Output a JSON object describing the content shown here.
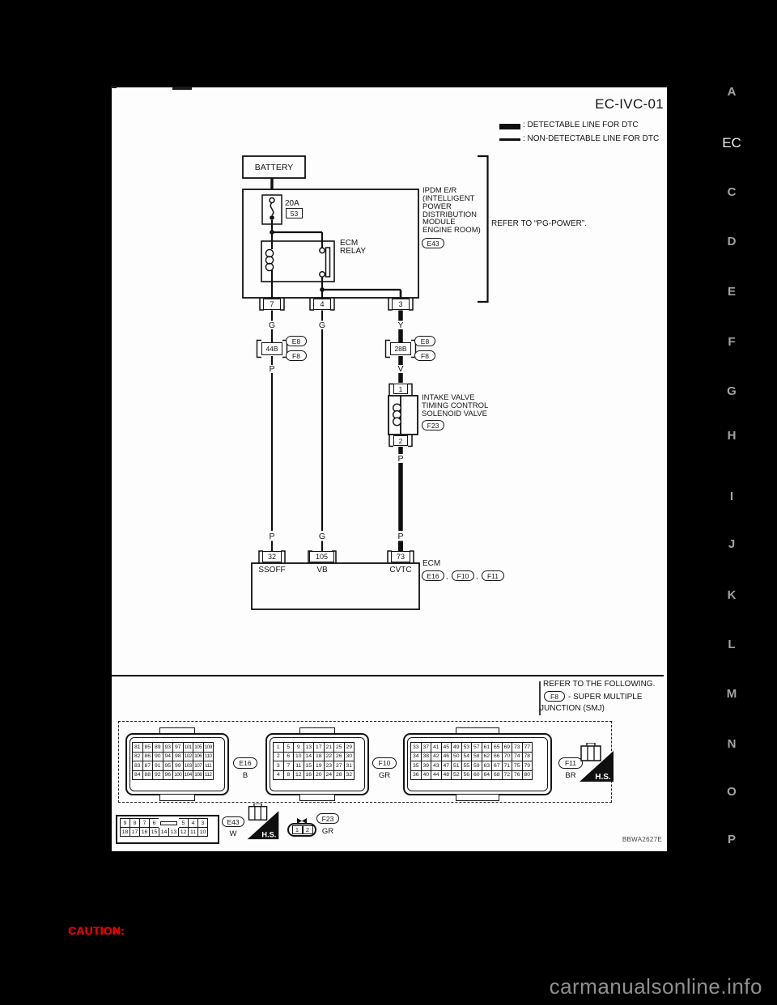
{
  "page": {
    "title": "EC-IVC-01",
    "diagram_code": "BBWA2627E",
    "caution": "CAUTION:",
    "watermark": "carmanualsonline.info",
    "hs_label": "H.S.",
    "comma": ","
  },
  "sidebar": {
    "letters": [
      "A",
      "EC",
      "C",
      "D",
      "E",
      "F",
      "G",
      "H",
      "I",
      "J",
      "K",
      "L",
      "M",
      "N",
      "O",
      "P"
    ]
  },
  "legend": {
    "detectable": ": DETECTABLE LINE FOR DTC",
    "non_detectable": ": NON-DETECTABLE LINE FOR DTC"
  },
  "battery": {
    "label": "BATTERY"
  },
  "fuse": {
    "rating": "20A",
    "number": "53"
  },
  "relay": {
    "line1": "ECM",
    "line2": "RELAY"
  },
  "ipdm": {
    "line1": "IPDM E/R",
    "line2": "(INTELLIGENT",
    "line3": "POWER",
    "line4": "DISTRIBUTION",
    "line5": "MODULE",
    "line6": "ENGINE ROOM)",
    "connector": "E43",
    "note": "REFER TO “PG-POWER”."
  },
  "pins": {
    "p7": "7",
    "p4": "4",
    "p3": "3"
  },
  "wire_labels": {
    "w1_top": "G",
    "w2_top": "G",
    "w3_top": "Y",
    "w1_mid": "P",
    "w3_mid": "V",
    "w3_sol": "P",
    "w1_bot": "P",
    "w2_bot": "G",
    "w3_bot": "P"
  },
  "joints": {
    "left_box": "44B",
    "right_box": "28B",
    "oval_top": "E8",
    "oval_bottom": "F8"
  },
  "solenoid": {
    "line1": "INTAKE VALVE",
    "line2": "TIMING CONTROL",
    "line3": "SOLENOID VALVE",
    "connector": "F23",
    "pin_top": "1",
    "pin_bottom": "2"
  },
  "ecm": {
    "label": "ECM",
    "t1_pin": "32",
    "t1_name": "SSOFF",
    "t2_pin": "105",
    "t2_name": "VB",
    "t3_pin": "73",
    "t3_name": "CVTC",
    "conn1": "E16",
    "conn2": "F10",
    "conn3": "F11"
  },
  "smj": {
    "line1": "REFER TO THE FOLLOWING.",
    "connector": "F8",
    "line2": "- SUPER MULTIPLE",
    "line3": "JUNCTION (SMJ)"
  },
  "harness": {
    "e16": {
      "id": "E16",
      "color": "B",
      "pins": [
        [
          "81",
          "85",
          "89",
          "93",
          "97",
          "101",
          "105",
          "109"
        ],
        [
          "82",
          "86",
          "90",
          "94",
          "98",
          "102",
          "106",
          "110"
        ],
        [
          "83",
          "87",
          "91",
          "95",
          "99",
          "103",
          "107",
          "111"
        ],
        [
          "84",
          "88",
          "92",
          "96",
          "100",
          "104",
          "108",
          "112"
        ]
      ]
    },
    "f10": {
      "id": "F10",
      "color": "GR",
      "pins": [
        [
          "1",
          "5",
          "9",
          "13",
          "17",
          "21",
          "25",
          "29"
        ],
        [
          "2",
          "6",
          "10",
          "14",
          "18",
          "22",
          "26",
          "30"
        ],
        [
          "3",
          "7",
          "11",
          "15",
          "19",
          "23",
          "27",
          "31"
        ],
        [
          "4",
          "8",
          "12",
          "16",
          "20",
          "24",
          "28",
          "32"
        ]
      ]
    },
    "f11": {
      "id": "F11",
      "color": "BR",
      "pins": [
        [
          "33",
          "37",
          "41",
          "45",
          "49",
          "53",
          "57",
          "61",
          "65",
          "69",
          "73",
          "77"
        ],
        [
          "34",
          "38",
          "42",
          "46",
          "50",
          "54",
          "58",
          "62",
          "66",
          "70",
          "74",
          "78"
        ],
        [
          "35",
          "39",
          "43",
          "47",
          "51",
          "55",
          "59",
          "63",
          "67",
          "71",
          "75",
          "79"
        ],
        [
          "36",
          "40",
          "44",
          "48",
          "52",
          "56",
          "60",
          "64",
          "68",
          "72",
          "76",
          "80"
        ]
      ]
    },
    "e43": {
      "id": "E43",
      "color": "W",
      "rows": [
        [
          "9",
          "8",
          "7",
          "6",
          "",
          "5",
          "4",
          "3"
        ],
        [
          "18",
          "17",
          "16",
          "15",
          "14",
          "13",
          "12",
          "11",
          "10"
        ]
      ]
    },
    "f23": {
      "id": "F23",
      "color": "GR",
      "pins": [
        "1",
        "2"
      ]
    }
  }
}
